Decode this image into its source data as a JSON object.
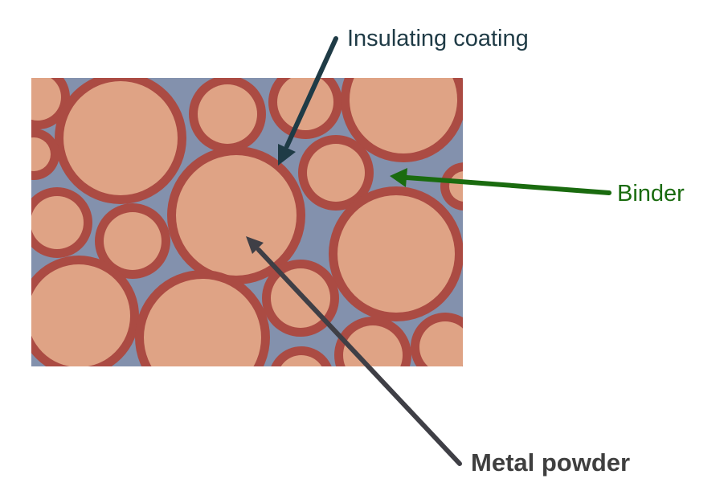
{
  "labels": {
    "insulating_coating": "Insulating coating",
    "binder": "Binder",
    "metal_powder": "Metal powder"
  },
  "colors": {
    "binder": "#8391ad",
    "coating": "#ab4b43",
    "powder": "#dfa385",
    "arrow_insulating": "#1f3b46",
    "arrow_binder": "#1a6b0f",
    "arrow_metal": "#3f3f46"
  }
}
